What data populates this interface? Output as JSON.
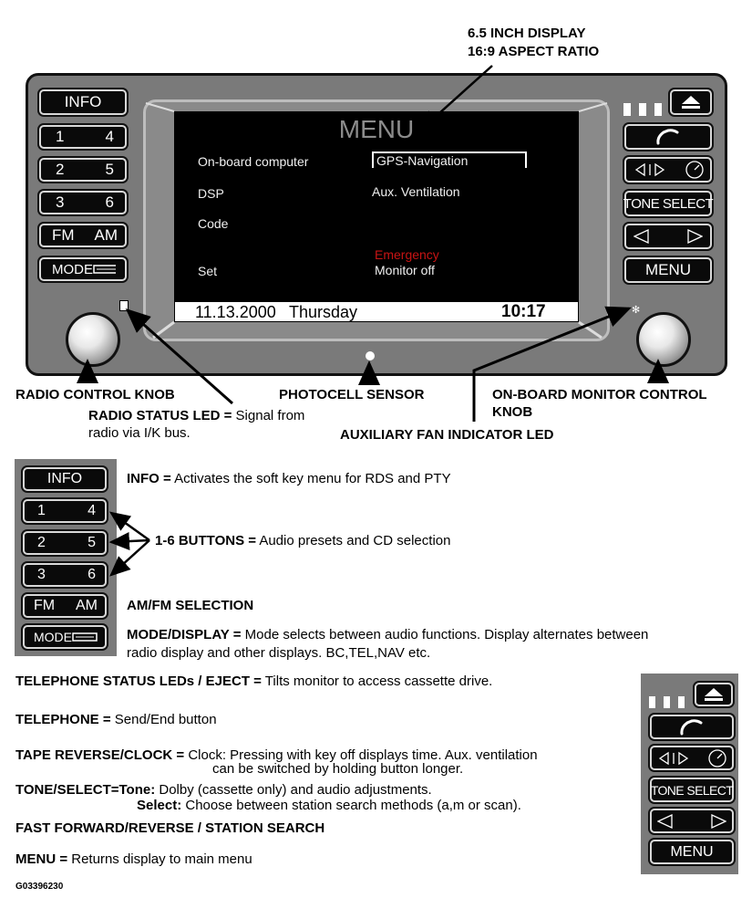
{
  "callouts": {
    "display_line1": "6.5 INCH DISPLAY",
    "display_line2": "16:9 ASPECT RATIO",
    "radio_knob": "RADIO CONTROL KNOB",
    "radio_led_title": "RADIO STATUS LED =",
    "radio_led_text1": " Signal from",
    "radio_led_text2": "radio via I/K bus.",
    "photocell": "PHOTOCELL SENSOR",
    "monitor_knob_line1": "ON-BOARD MONITOR CONTROL",
    "monitor_knob_line2": "KNOB",
    "fan_led": "AUXILIARY FAN INDICATOR LED"
  },
  "left_buttons": {
    "info": "INFO",
    "b1": "1",
    "b4": "4",
    "b2": "2",
    "b5": "5",
    "b3": "3",
    "b6": "6",
    "fm": "FM",
    "am": "AM",
    "mode": "MODE"
  },
  "right_buttons": {
    "tone_select": "TONE SELECT",
    "menu": "MENU"
  },
  "screen": {
    "title": "MENU",
    "items_left": [
      "On-board computer",
      "DSP",
      "Code",
      "Set"
    ],
    "gps": "GPS-Navigation",
    "aux_vent": "Aux. Ventilation",
    "emergency": "Emergency",
    "monitor_off": "Monitor off",
    "date": "11.13.2000",
    "day": "Thursday",
    "time": "10:17"
  },
  "descriptions": {
    "info_title": "INFO =",
    "info_text": " Activates the soft key menu for RDS and PTY",
    "buttons_title": "1-6 BUTTONS =",
    "buttons_text": " Audio presets and CD selection",
    "amfm_title": "AM/FM SELECTION",
    "mode_title": "MODE/DISPLAY =",
    "mode_text1": " Mode selects between audio functions.  Display alternates between",
    "mode_text2": "radio display and other displays. BC,TEL,NAV etc.",
    "tel_led_title": "TELEPHONE STATUS LEDs  / EJECT =",
    "tel_led_text": " Tilts monitor to access cassette drive.",
    "telephone_title": "TELEPHONE =",
    "telephone_text": " Send/End button",
    "tape_title": "TAPE REVERSE/CLOCK =",
    "tape_text1": " Clock: Pressing with key off displays time.  Aux. ventilation",
    "tape_text2": "can be switched by holding button longer.",
    "tone_title": "TONE/SELECT=Tone:",
    "tone_text1": " Dolby (cassette only) and audio adjustments.",
    "select_title": "Select:",
    "select_text": " Choose between station search methods (a,m or scan).",
    "ff_title": "FAST FORWARD/REVERSE / STATION SEARCH",
    "menu_title": "MENU =",
    "menu_text": " Returns display to main menu"
  },
  "detail_left": {
    "info": "INFO",
    "b1": "1",
    "b4": "4",
    "b2": "2",
    "b5": "5",
    "b3": "3",
    "b6": "6",
    "fm": "FM",
    "am": "AM",
    "mode": "MODE"
  },
  "detail_right": {
    "tone_select": "TONE SELECT",
    "menu": "MENU"
  },
  "figure_code": "G03396230"
}
